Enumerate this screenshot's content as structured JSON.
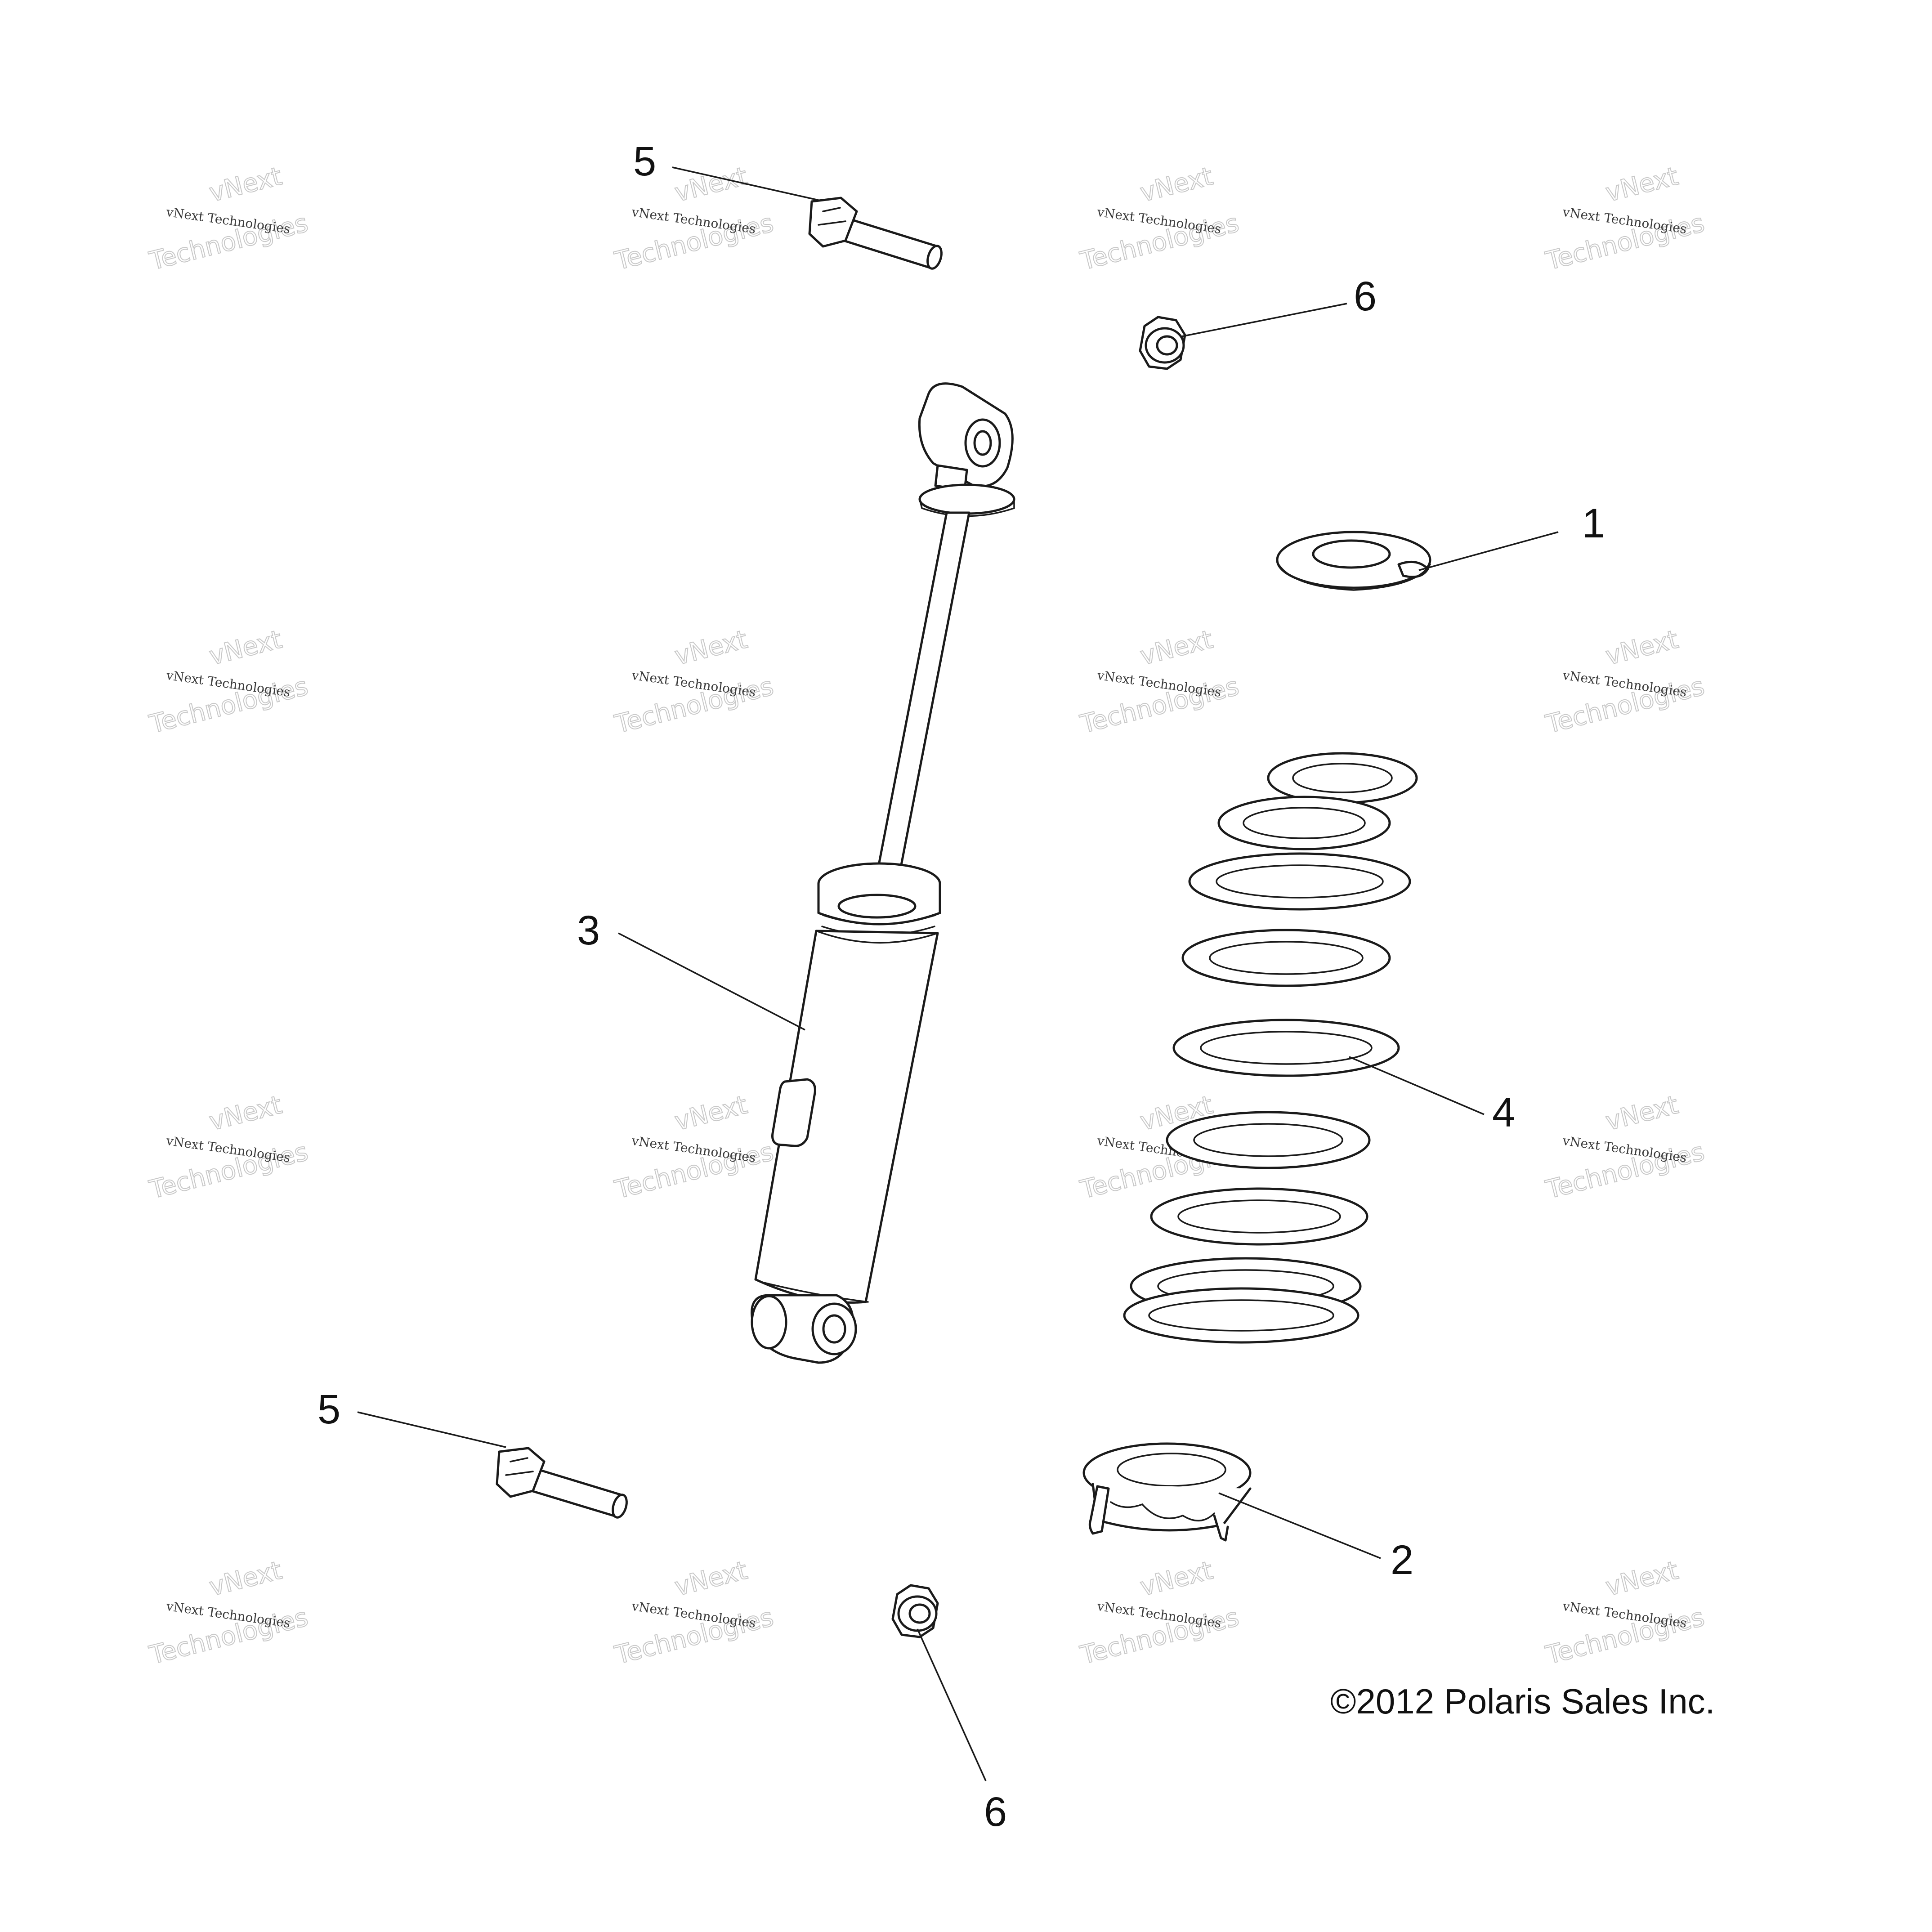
{
  "diagram": {
    "callouts": [
      {
        "label": "5"
      },
      {
        "label": "6"
      },
      {
        "label": "1"
      },
      {
        "label": "3"
      },
      {
        "label": "4"
      },
      {
        "label": "5"
      },
      {
        "label": "2"
      },
      {
        "label": "6"
      }
    ],
    "copyright": "©2012 Polaris Sales Inc.",
    "watermark": {
      "line_small": "vNext Technologies",
      "line_big": "Technologies",
      "line_top": "vNext"
    }
  }
}
